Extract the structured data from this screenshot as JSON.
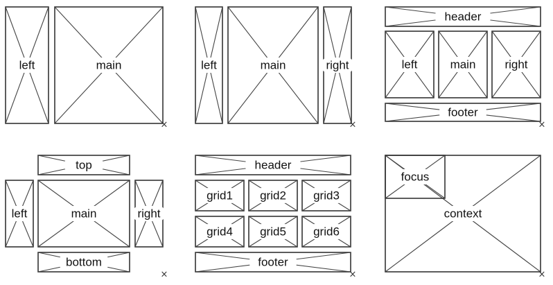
{
  "colors": {
    "stroke": "#333333",
    "background": "#ffffff"
  },
  "layouts": [
    {
      "boxes": [
        {
          "label": "left"
        },
        {
          "label": "main"
        }
      ],
      "corner_mark": "×"
    },
    {
      "boxes": [
        {
          "label": "left"
        },
        {
          "label": "main"
        },
        {
          "label": "right"
        }
      ],
      "corner_mark": "×"
    },
    {
      "boxes": [
        {
          "label": "header"
        },
        {
          "label": "left"
        },
        {
          "label": "main"
        },
        {
          "label": "right"
        },
        {
          "label": "footer"
        }
      ],
      "corner_mark": "×"
    },
    {
      "boxes": [
        {
          "label": "top"
        },
        {
          "label": "left"
        },
        {
          "label": "main"
        },
        {
          "label": "right"
        },
        {
          "label": "bottom"
        }
      ],
      "corner_mark": "×"
    },
    {
      "boxes": [
        {
          "label": "header"
        },
        {
          "label": "grid1"
        },
        {
          "label": "grid2"
        },
        {
          "label": "grid3"
        },
        {
          "label": "grid4"
        },
        {
          "label": "grid5"
        },
        {
          "label": "grid6"
        },
        {
          "label": "footer"
        }
      ],
      "corner_mark": "×"
    },
    {
      "boxes": [
        {
          "label": "context"
        },
        {
          "label": "focus"
        }
      ],
      "corner_mark": "×"
    }
  ]
}
